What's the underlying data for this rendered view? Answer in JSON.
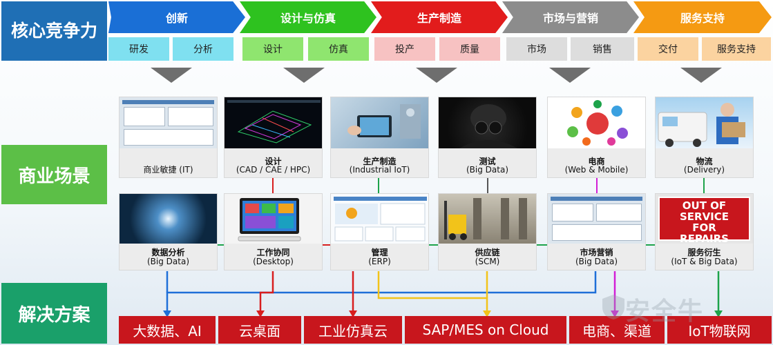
{
  "left_labels": {
    "core": "核心竞争力",
    "scene": "商业场景",
    "solution": "解决方案"
  },
  "chevrons": [
    {
      "label": "创新",
      "color": "#1a6fd6",
      "subs": [
        "研发",
        "分析"
      ],
      "sub_color": "#7fe0f0"
    },
    {
      "label": "设计与仿真",
      "color": "#2ec21f",
      "subs": [
        "设计",
        "仿真"
      ],
      "sub_color": "#8fe56f"
    },
    {
      "label": "生产制造",
      "color": "#e21c1c",
      "subs": [
        "投产",
        "质量"
      ],
      "sub_color": "#f7c2c2"
    },
    {
      "label": "市场与营销",
      "color": "#8c8c8c",
      "subs": [
        "市场",
        "销售"
      ],
      "sub_color": "#dddddd"
    },
    {
      "label": "服务支持",
      "color": "#f59a12",
      "subs": [
        "交付",
        "服务支持"
      ],
      "sub_color": "#fbd3a0"
    }
  ],
  "scenarios_row1": [
    {
      "title": "商业敏捷 (IT)",
      "sub": "",
      "icon": "business-dashboard-image"
    },
    {
      "title": "设计",
      "sub": "(CAD / CAE / HPC)",
      "icon": "cad-model-image"
    },
    {
      "title": "生产制造",
      "sub": "(Industrial IoT)",
      "icon": "factory-tablet-image"
    },
    {
      "title": "测试",
      "sub": "(Big Data)",
      "icon": "binoculars-image"
    },
    {
      "title": "电商",
      "sub": "(Web & Mobile)",
      "icon": "ecommerce-icons-image"
    },
    {
      "title": "物流",
      "sub": "(Delivery)",
      "icon": "delivery-man-image"
    }
  ],
  "scenarios_row2": [
    {
      "title": "数据分析",
      "sub": "(Big Data)",
      "icon": "data-tunnel-image"
    },
    {
      "title": "工作协同",
      "sub": "(Desktop)",
      "icon": "desktop-computer-image"
    },
    {
      "title": "管理",
      "sub": "(ERP)",
      "icon": "erp-dashboard-image"
    },
    {
      "title": "供应链",
      "sub": "(SCM)",
      "icon": "warehouse-forklift-image"
    },
    {
      "title": "市场营销",
      "sub": "(Big Data)",
      "icon": "marketing-dashboard-image"
    },
    {
      "title": "服务衍生",
      "sub": "(IoT & Big Data)",
      "icon": "repair-sign-image",
      "sign_text": [
        "OUT OF",
        "SERVICE",
        "FOR",
        "REPAIRS"
      ]
    }
  ],
  "solutions": [
    "大数据、AI",
    "云桌面",
    "工业仿真云",
    "SAP/MES on Cloud",
    "电商、渠道",
    "IoT物联网"
  ],
  "watermark": "安全牛",
  "colors": {
    "solution_bg": "#c8161d",
    "connector_blue": "#1e6fd8",
    "connector_red": "#d81e1e",
    "connector_yellow": "#f2c31a",
    "connector_magenta": "#d21ed6",
    "connector_green": "#1da34a"
  }
}
